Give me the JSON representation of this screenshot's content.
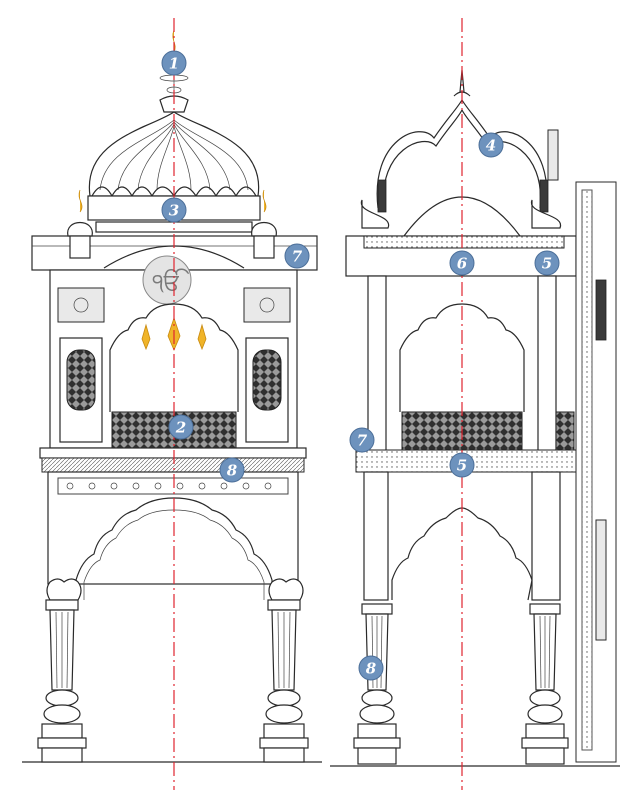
{
  "drawing": {
    "views": [
      "front-elevation",
      "section"
    ],
    "accent_colors": {
      "center_axis": "#e0242f",
      "badge_fill": "#6d92bd",
      "ornament_gold": "#f0b429"
    }
  },
  "callouts": {
    "front": [
      {
        "id": "c1",
        "label": "1"
      },
      {
        "id": "c2",
        "label": "2"
      },
      {
        "id": "c3",
        "label": "3"
      },
      {
        "id": "c7",
        "label": "7"
      },
      {
        "id": "c8",
        "label": "8"
      }
    ],
    "section": [
      {
        "id": "s4",
        "label": "4"
      },
      {
        "id": "s5a",
        "label": "5"
      },
      {
        "id": "s5b",
        "label": "5"
      },
      {
        "id": "s6",
        "label": "6"
      },
      {
        "id": "s7",
        "label": "7"
      },
      {
        "id": "s8",
        "label": "8"
      }
    ]
  }
}
